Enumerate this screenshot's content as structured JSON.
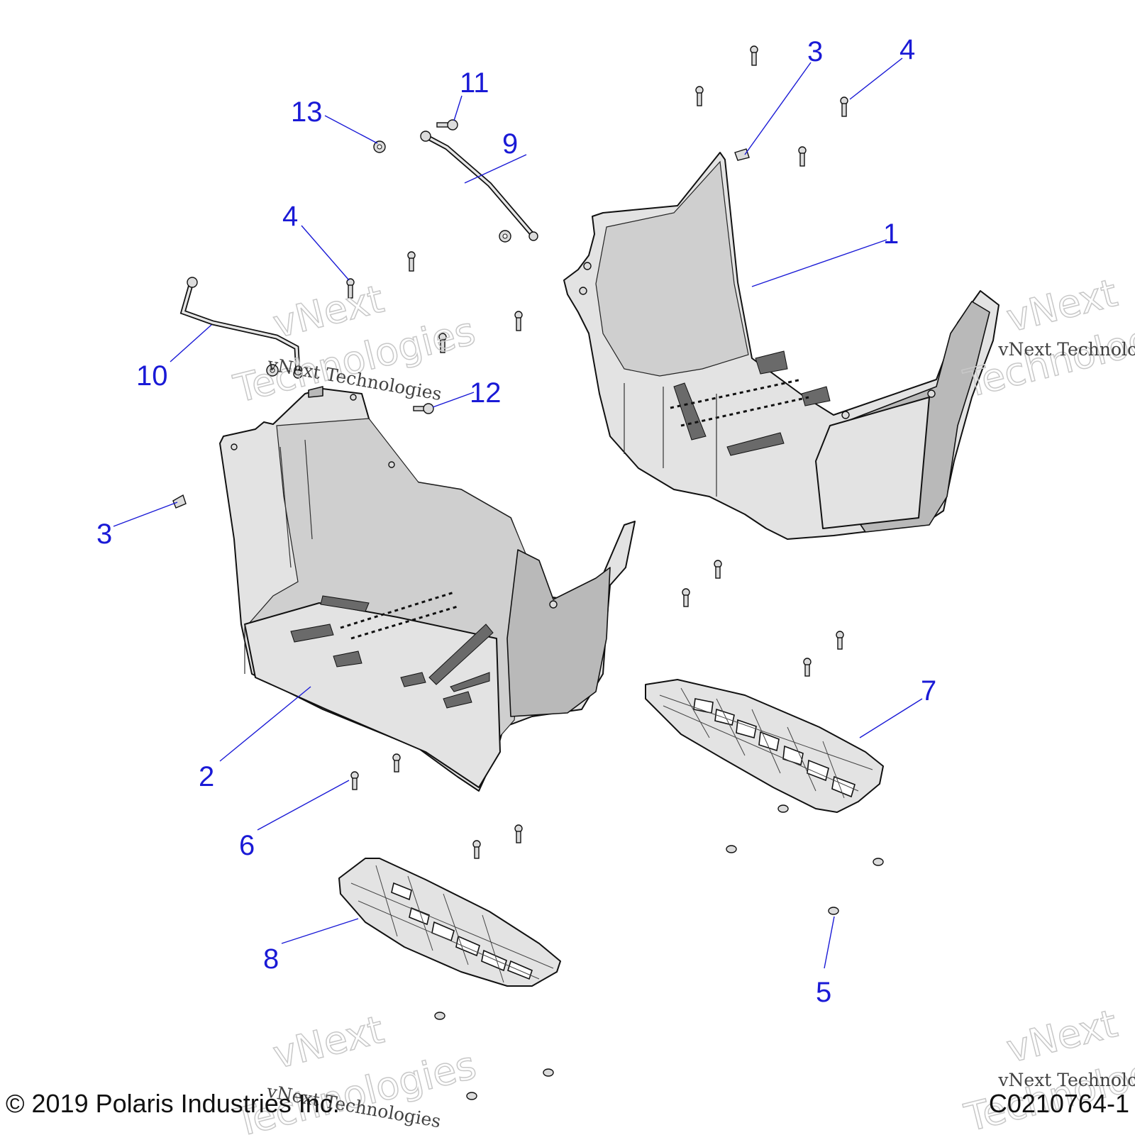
{
  "callouts": [
    {
      "id": "1",
      "label": "1"
    },
    {
      "id": "2",
      "label": "2"
    },
    {
      "id": "3a",
      "label": "3"
    },
    {
      "id": "3b",
      "label": "3"
    },
    {
      "id": "4a",
      "label": "4"
    },
    {
      "id": "4b",
      "label": "4"
    },
    {
      "id": "5",
      "label": "5"
    },
    {
      "id": "6",
      "label": "6"
    },
    {
      "id": "7",
      "label": "7"
    },
    {
      "id": "8",
      "label": "8"
    },
    {
      "id": "9",
      "label": "9"
    },
    {
      "id": "10",
      "label": "10"
    },
    {
      "id": "11",
      "label": "11"
    },
    {
      "id": "12",
      "label": "12"
    },
    {
      "id": "13",
      "label": "13"
    }
  ],
  "footer": {
    "copyright": "© 2019 Polaris Industries Inc.",
    "figure_code": "C0210764-1"
  },
  "watermark": {
    "line1": "vNext",
    "line2": "Technologies",
    "small": "vNext Technologies"
  },
  "colors": {
    "callout": "#1a1ad6",
    "part_fill": "#e3e3e3",
    "outline": "#111111"
  }
}
